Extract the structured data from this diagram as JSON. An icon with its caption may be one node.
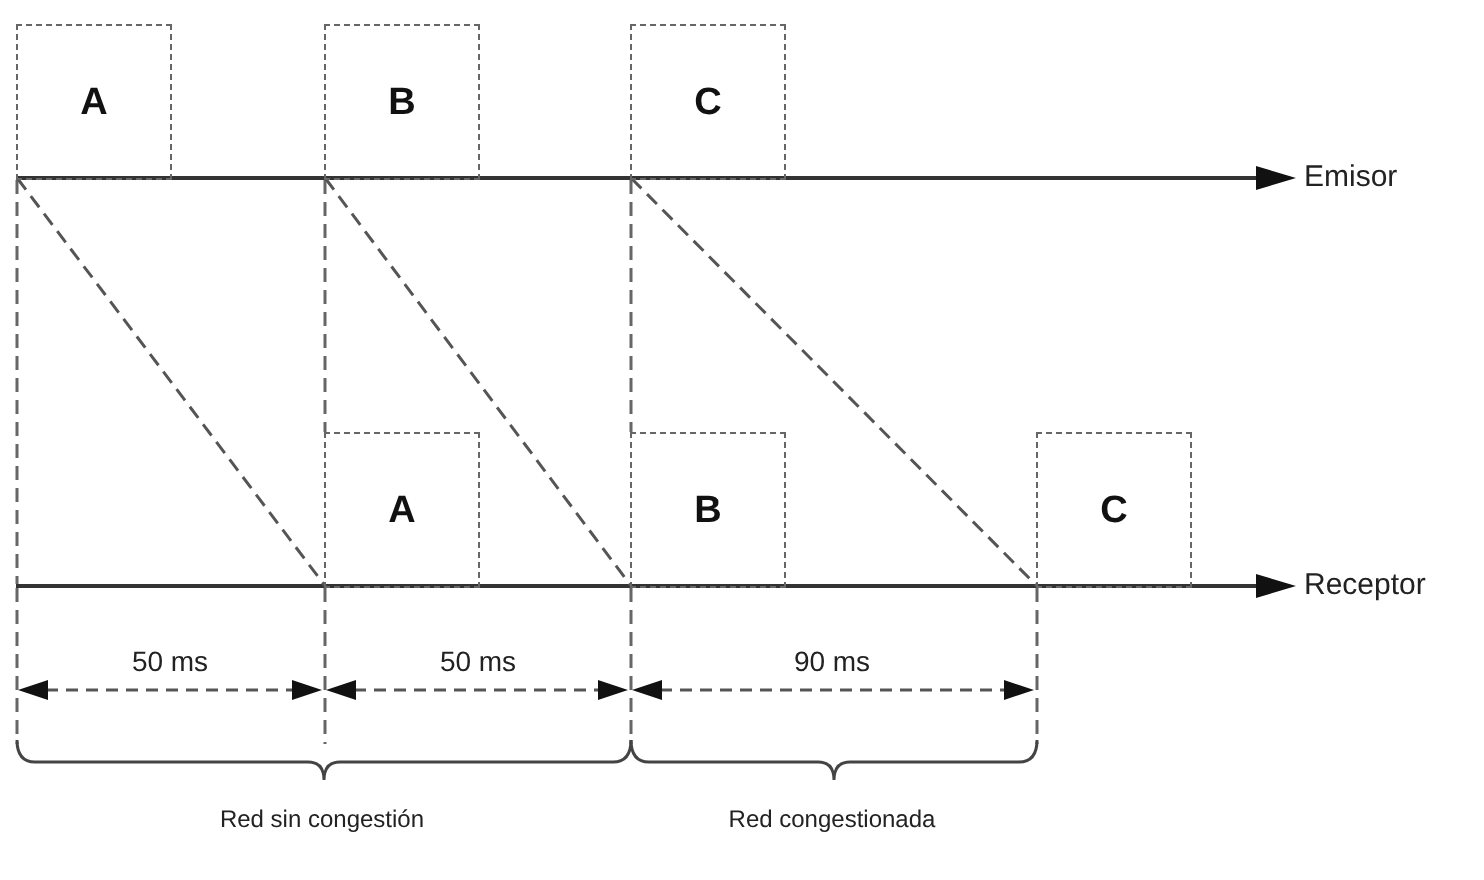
{
  "diagram": {
    "nodes": [
      {
        "text": [
          "A"
        ]
      },
      {
        "text": [
          "B"
        ]
      },
      {
        "text": [
          "C"
        ]
      },
      {
        "text": [
          "A"
        ]
      },
      {
        "text": [
          "B"
        ]
      },
      {
        "text": [
          "C"
        ]
      }
    ],
    "edges": [
      {
        "from": 0,
        "to": 3,
        "arrow": "none",
        "style": "dashed"
      },
      {
        "from": 1,
        "to": 4,
        "arrow": "none",
        "style": "dashed"
      },
      {
        "from": 2,
        "to": 5,
        "arrow": "none",
        "style": "dashed"
      }
    ],
    "labels": [
      "Emisor",
      "Receptor",
      "50 ms",
      "50 ms",
      "90 ms",
      "Red sin congestión",
      "Red congestionada"
    ]
  }
}
